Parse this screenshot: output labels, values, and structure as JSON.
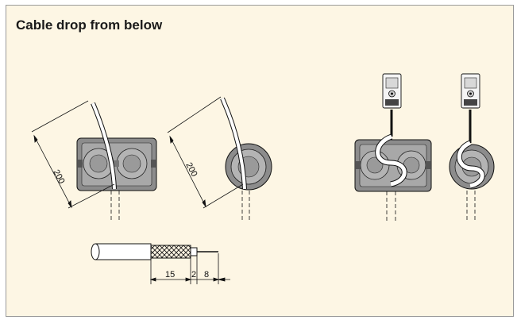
{
  "header": {
    "title": "Cable drop from below"
  },
  "dimensions": {
    "cable_length_rect": "200",
    "cable_length_round": "200",
    "strip_outer": "15",
    "strip_gap": "2",
    "strip_core": "8"
  },
  "colors": {
    "panel_background": "#fdf6e4",
    "box_fill": "#8c8c8c",
    "box_inner": "#b4b4b4",
    "line": "#111111"
  }
}
